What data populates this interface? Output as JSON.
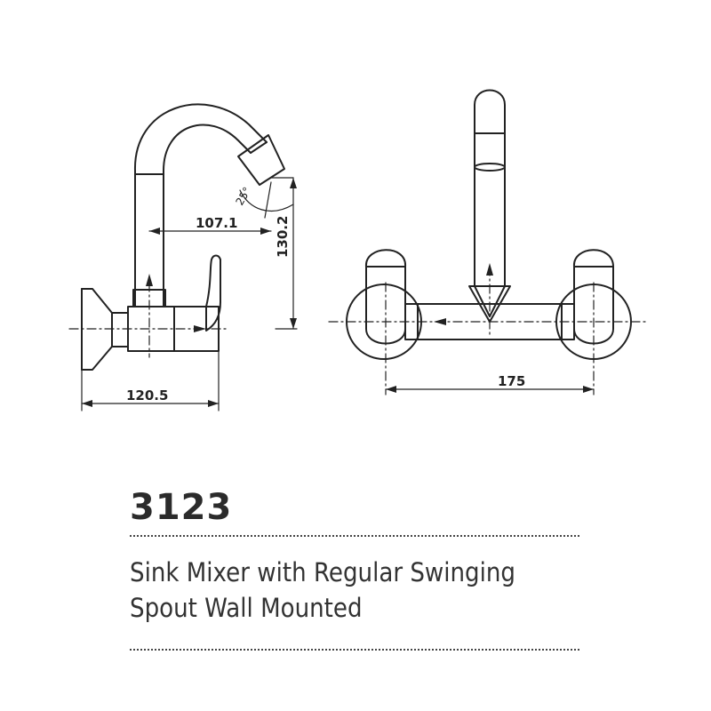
{
  "product": {
    "code": "3123",
    "description_line1": "Sink Mixer with Regular Swinging",
    "description_line2": "Spout Wall Mounted"
  },
  "dimensions": {
    "spout_reach": "107.1",
    "spout_height": "130.2",
    "angle": "25°",
    "depth": "120.5",
    "center_distance": "175"
  }
}
